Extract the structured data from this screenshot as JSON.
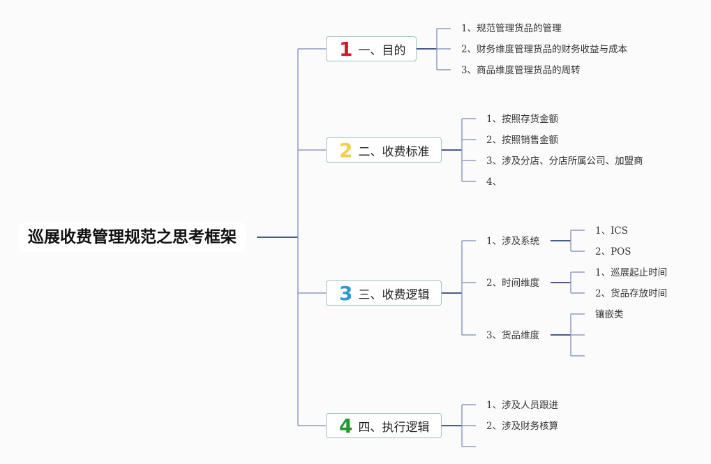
{
  "root": {
    "title": "巡展收费管理规范之思考框架"
  },
  "branches": [
    {
      "num": "1",
      "label": "一、目的",
      "color": "#d8162c",
      "children": [
        "1、规范管理货品的管理",
        "2、财务维度管理货品的财务收益与成本",
        "3、商品维度管理货品的周转"
      ]
    },
    {
      "num": "2",
      "label": "二、收费标准",
      "color": "#f2cf4a",
      "children": [
        "1、按照存货金额",
        "2、按照销售金额",
        "3、涉及分店、分店所属公司、加盟商",
        "4、"
      ]
    },
    {
      "num": "3",
      "label": "三、收费逻辑",
      "color": "#2a9ad8",
      "children": [
        {
          "label": "1、涉及系统",
          "children": [
            "1、ICS",
            "2、POS"
          ]
        },
        {
          "label": "2、时间维度",
          "children": [
            "1、巡展起止时间",
            "2、货品存放时间"
          ]
        },
        {
          "label": "3、货品维度",
          "children": [
            "镶嵌类",
            "",
            ""
          ]
        }
      ]
    },
    {
      "num": "4",
      "label": "四、执行逻辑",
      "color": "#1f9a2e",
      "children": [
        "1、涉及人员跟进",
        "2、涉及财务核算",
        ""
      ]
    }
  ],
  "colors": {
    "line": "#8c9cc0",
    "line_dark": "#4a5a8c",
    "box_border": "#9cc4b8"
  }
}
